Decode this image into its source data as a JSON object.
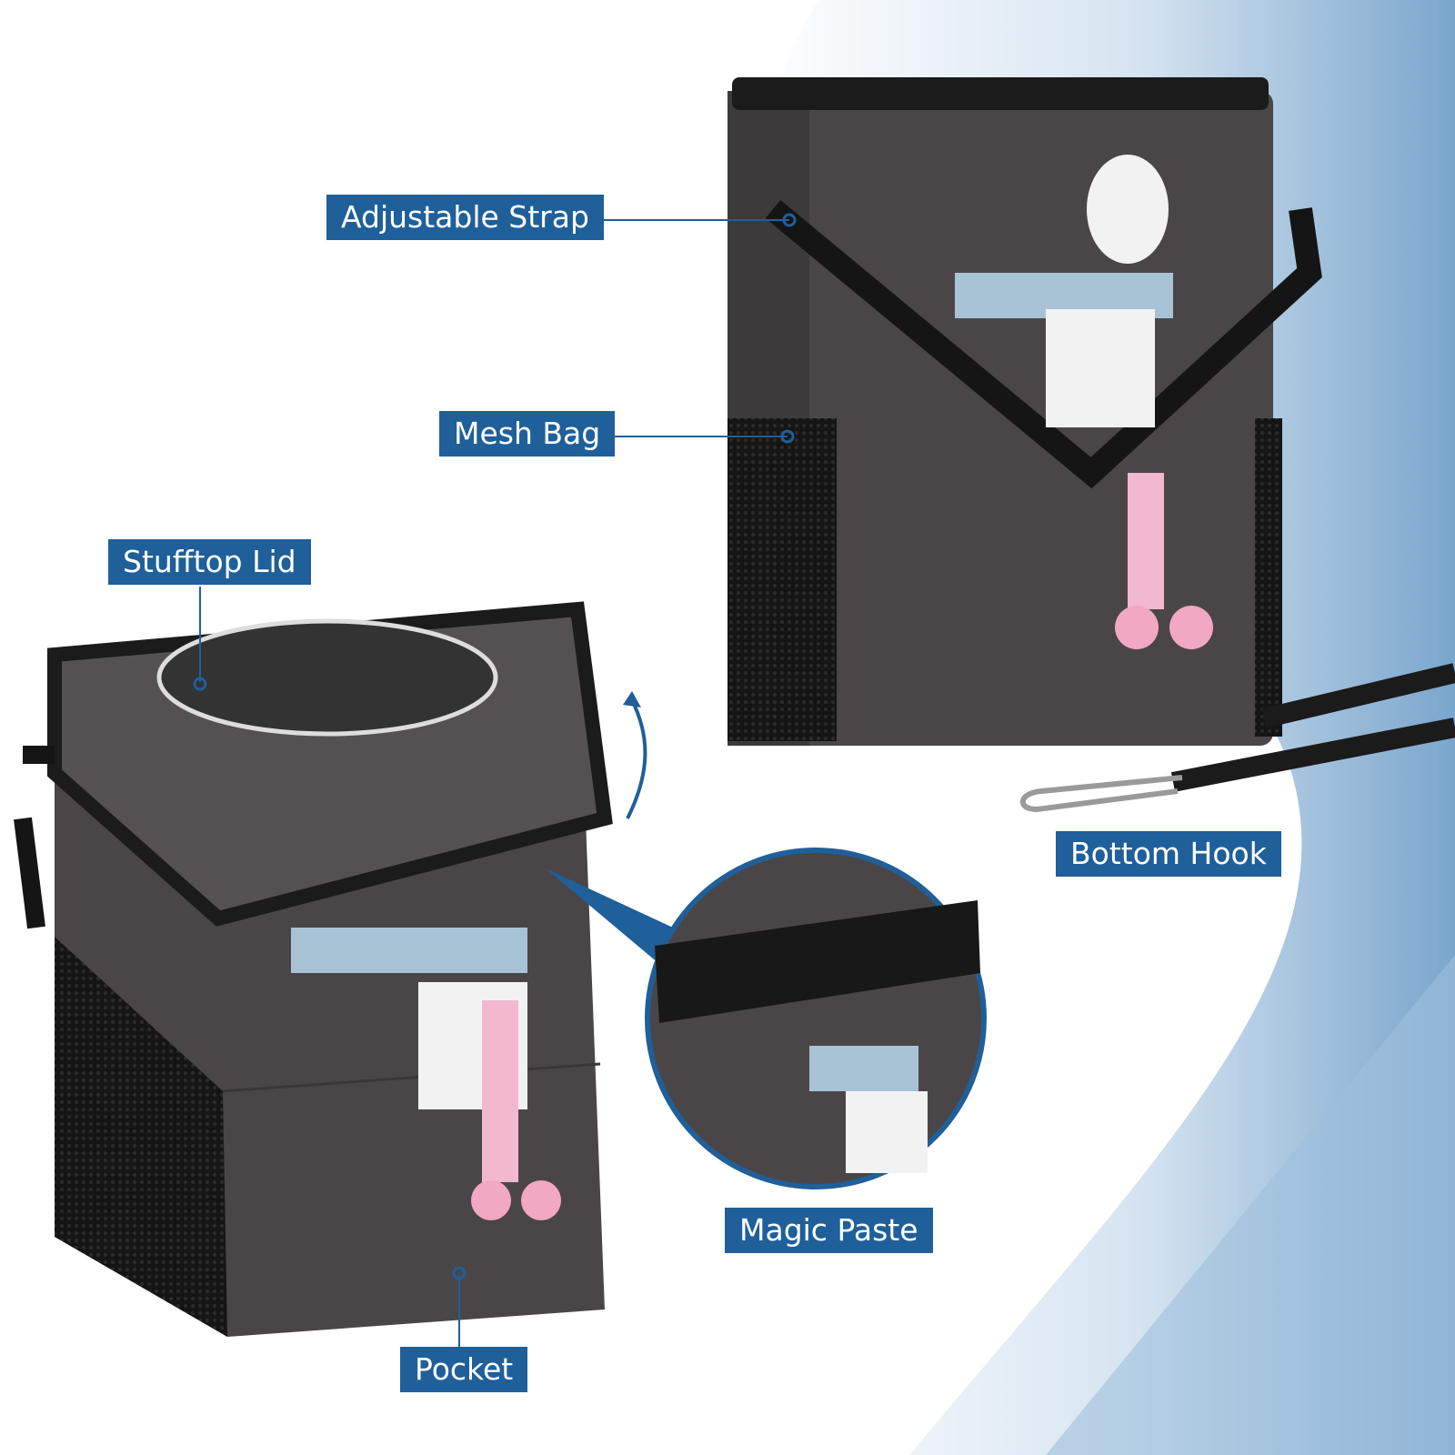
{
  "labels": {
    "adjustable_strap": "Adjustable Strap",
    "mesh_bag": "Mesh Bag",
    "stufftop_lid": "Stufftop Lid",
    "bottom_hook": "Bottom Hook",
    "magic_paste": "Magic Paste",
    "pocket": "Pocket"
  },
  "colors": {
    "label_bg": "#1f5f9a",
    "bag_body": "#4a4647",
    "bag_trim": "#1b1b1b",
    "accent_blue": "#7fa9cf"
  }
}
